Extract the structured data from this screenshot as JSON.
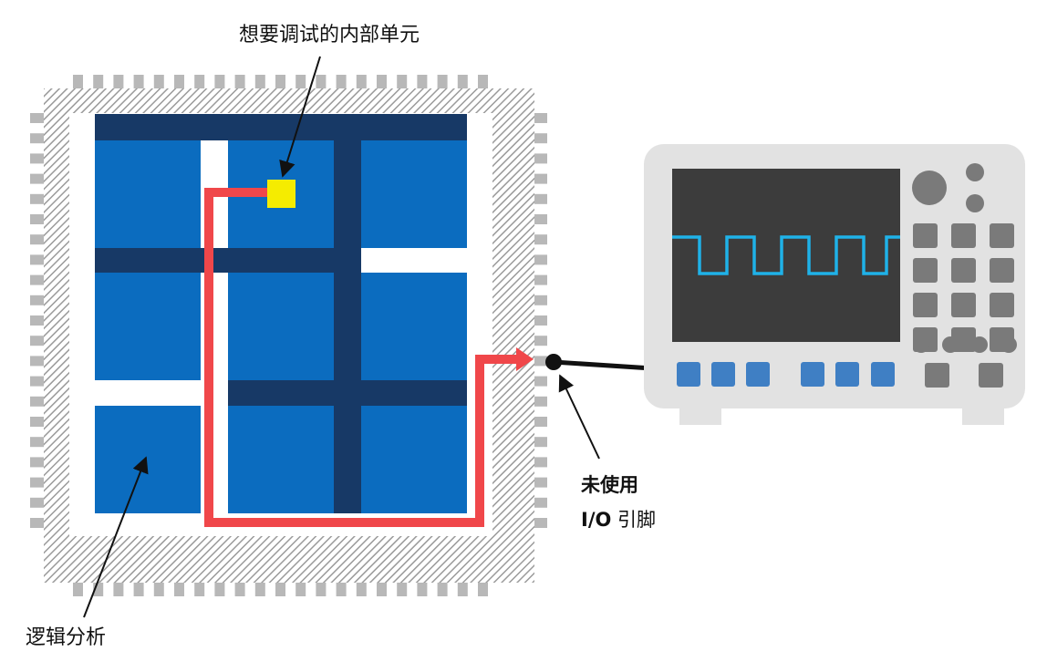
{
  "labels": {
    "internal_unit": "想要调试的内部单元",
    "unused_io_line1": "未使用",
    "unused_io_line2_a": "I/O",
    "unused_io_line2_b": "引脚",
    "logic_analysis": "逻辑分析"
  },
  "colors": {
    "chip_block": "#0b6cbf",
    "chip_bus": "#173966",
    "signal_path": "#f0474a",
    "probe_cell": "#f5ec00",
    "pin": "#b8b8b8",
    "scope_body": "#e2e2e2",
    "scope_screen": "#3c3c3c",
    "scope_wave": "#1fb2e8",
    "scope_button_gray": "#7a7a7a",
    "scope_button_blue": "#3f7fc4"
  },
  "icons": {
    "chip": "fpga-chip-icon",
    "oscilloscope": "oscilloscope-icon"
  }
}
